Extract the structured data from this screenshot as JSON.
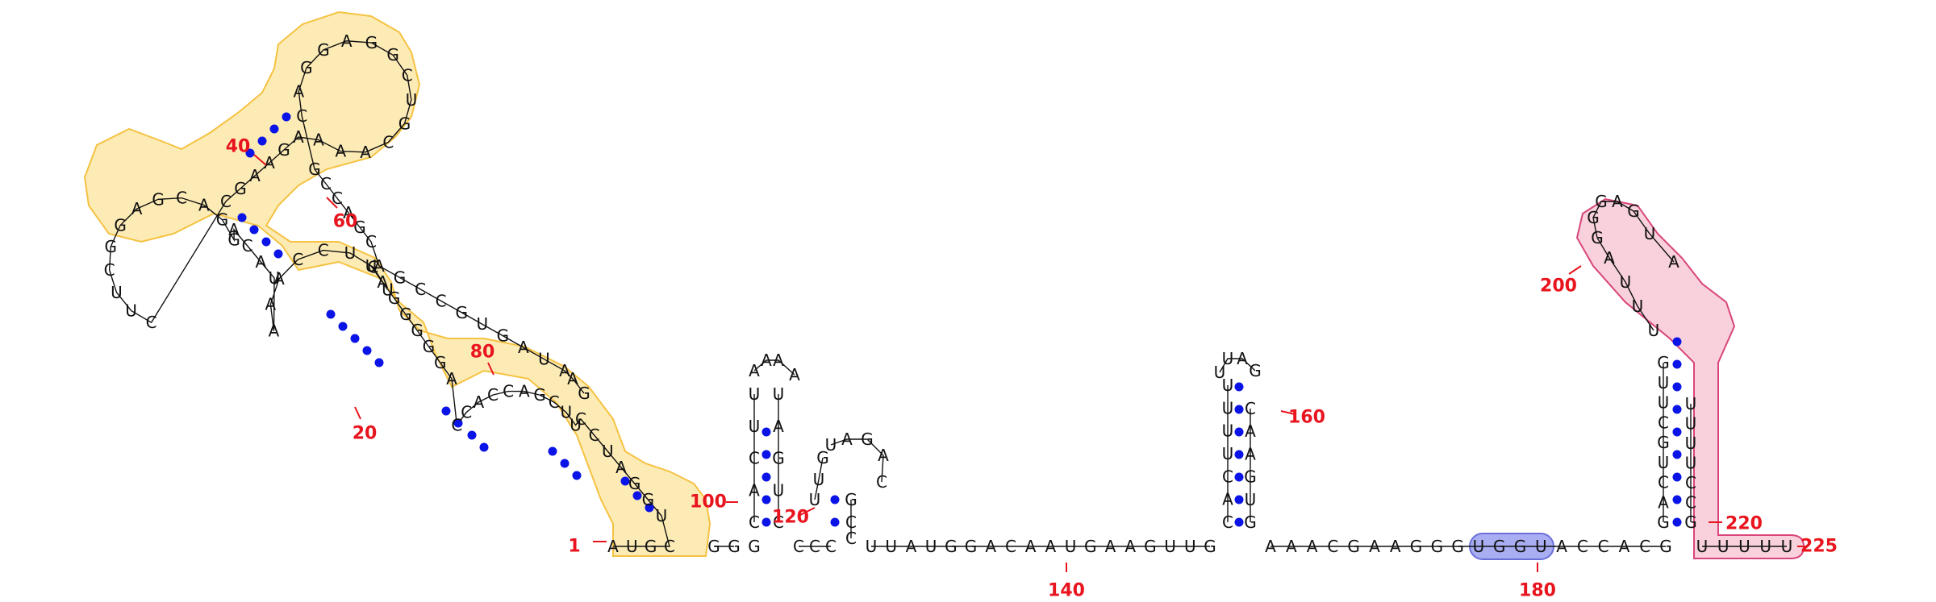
{
  "colors": {
    "base": "#111111",
    "pair_dot": "#0a14e6",
    "number": "#e8141e",
    "highlight_orange_fill": "#fde7a8",
    "highlight_orange_stroke": "#f5c242",
    "highlight_pink_fill": "#f7ccd8",
    "highlight_pink_stroke": "#d9457a",
    "highlight_blue_fill": "#9aa0f0",
    "highlight_blue_stroke": "#6a6fd8"
  },
  "numbers": [
    "1",
    "20",
    "40",
    "60",
    "80",
    "100",
    "120",
    "140",
    "160",
    "180",
    "200",
    "220",
    "225"
  ],
  "strands": {
    "stem1_5p": "GG",
    "d1_stem_a": "UUCAC",
    "d1_stem_b": "UAGUC",
    "d1_loop": "AAAA",
    "d2_stem_a": "UUG",
    "d2_stem_b": "GCC",
    "d2_loop": "UAGAC",
    "link_140": "UUAUGGACAAUGAAGUUG",
    "d3_stem_a": "CACUUUU",
    "d3_stem_b": "GUGAAC",
    "d3_loop": "UUAG",
    "link_180": "AAACGAAGGGUGGUACCACG",
    "d4_stem_a": "GACUGCUUG",
    "d4_stem_b": "GCCUUUU",
    "d4_loop": "UUUAGGGAGUA",
    "d4_3p": "UUUUU",
    "left_domain": "AUGCUGGAUCCUUCGACCACCAGGGGGAUUCUCCAAAUACAGGACGAGGCUUCCGAAGAAAACGUCGGAGGACGCCAGCAGCCGUGAUAAG"
  }
}
